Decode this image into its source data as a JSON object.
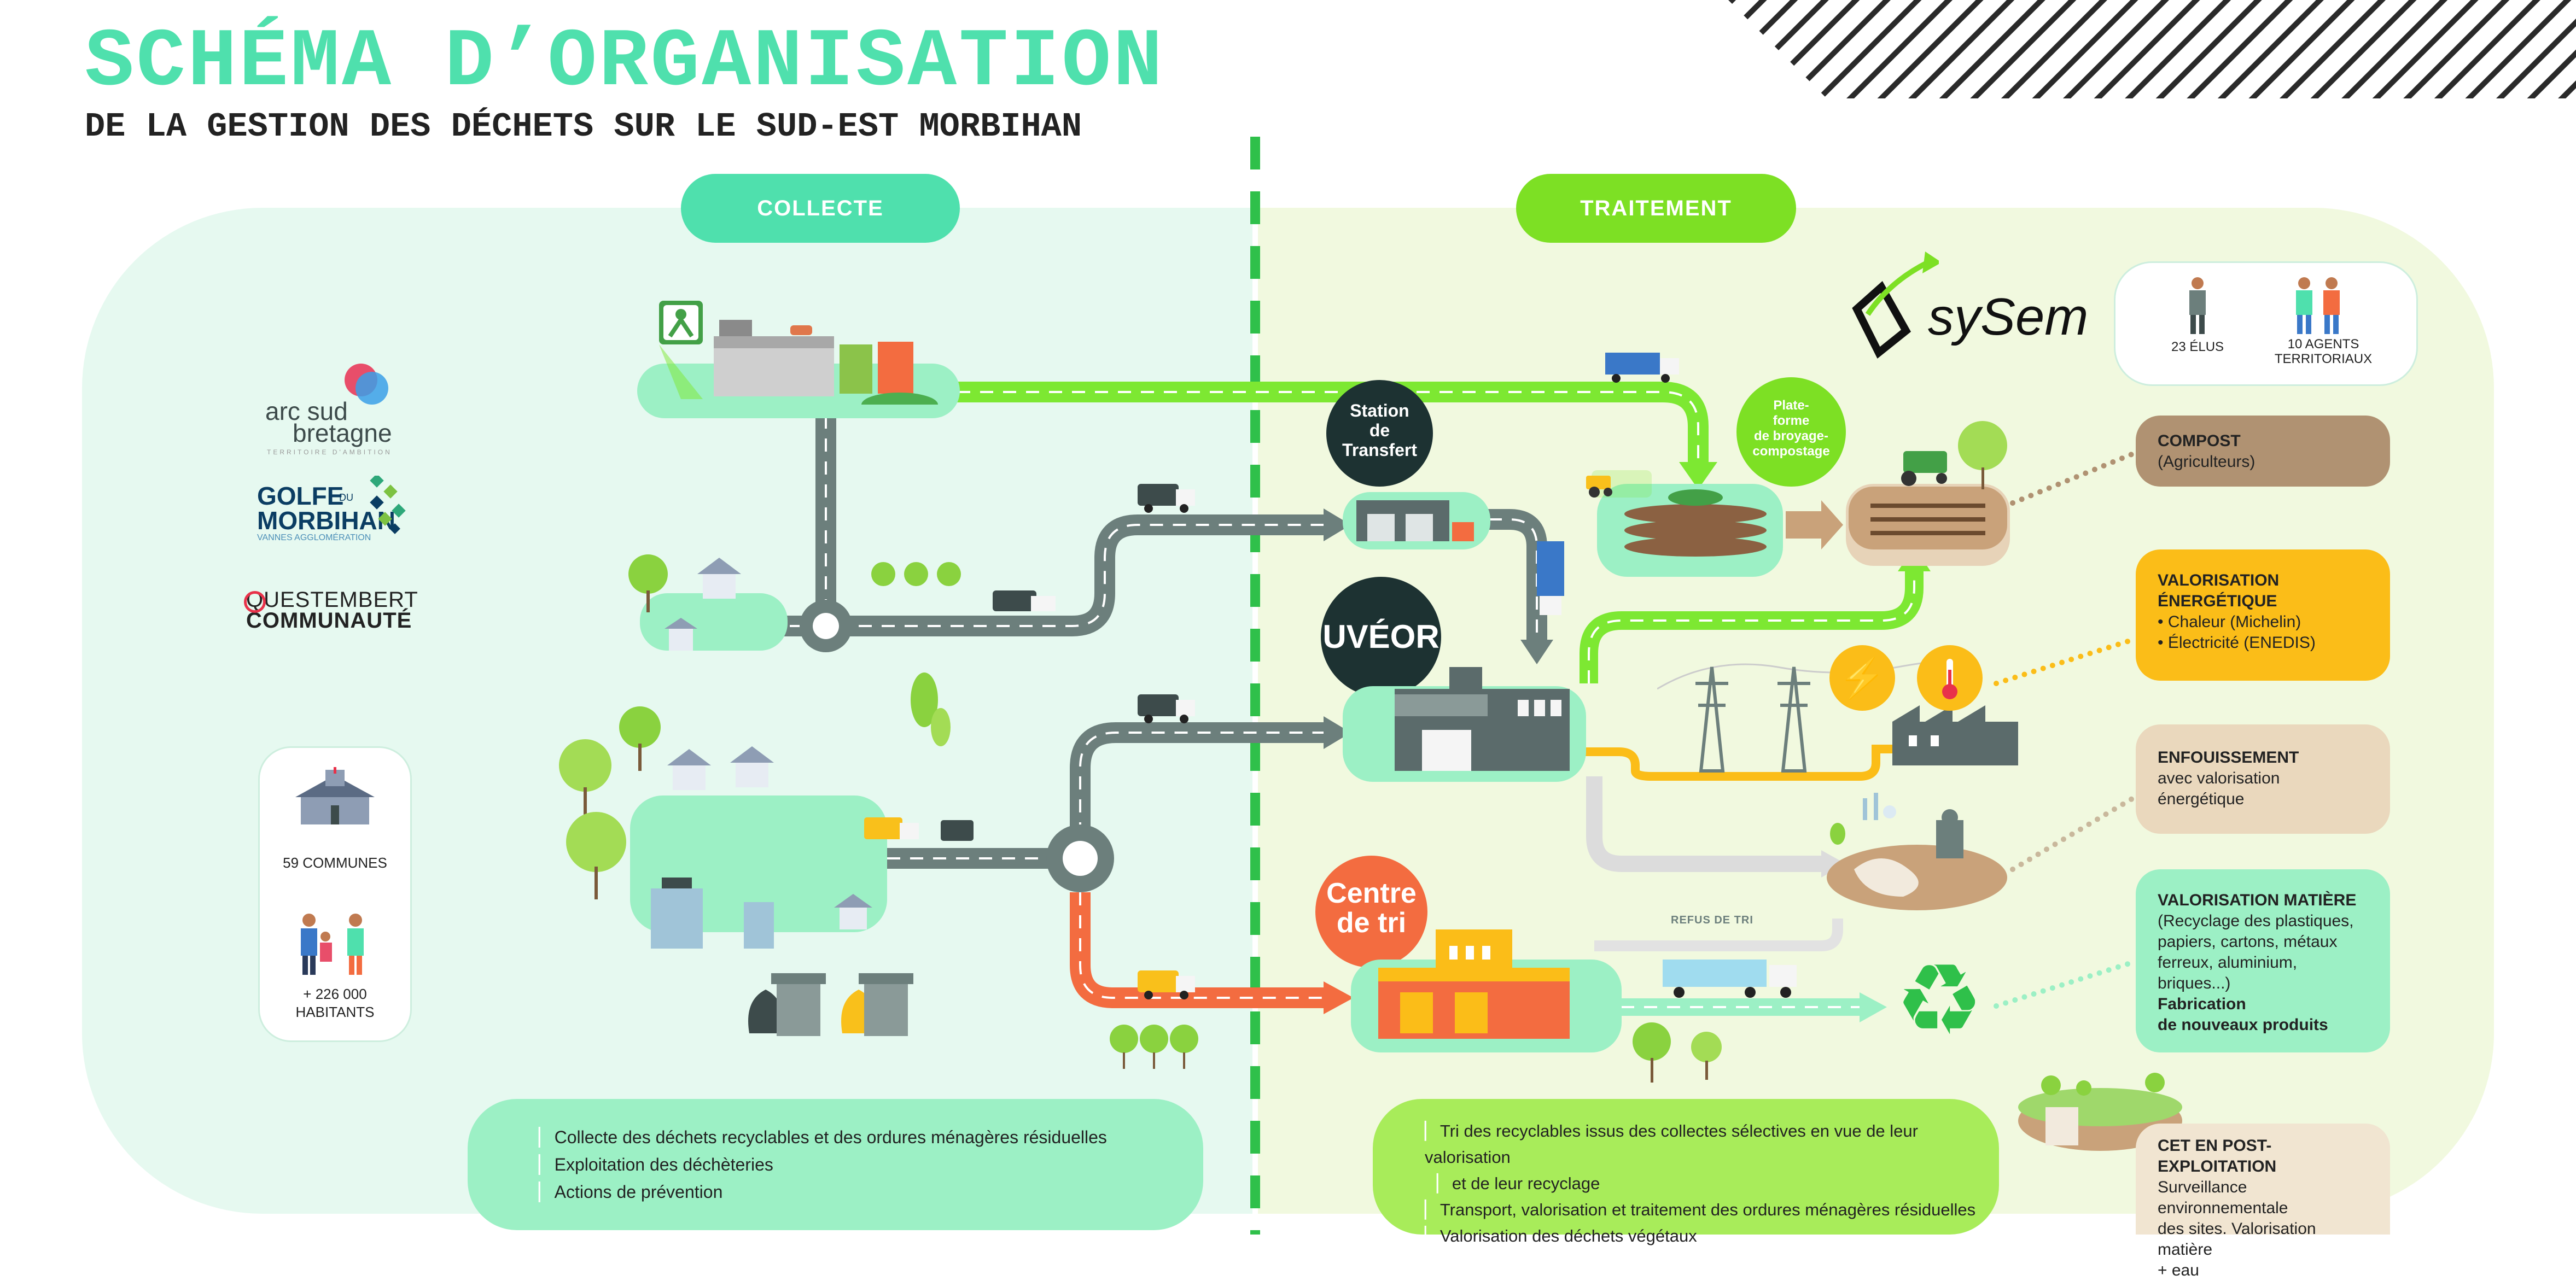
{
  "title": "SCHÉMA D’ORGANISATION",
  "subtitle": "DE LA GESTION DES DÉCHETS SUR LE SUD-EST MORBIHAN",
  "sections": {
    "collecte": "COLLECTE",
    "traitement": "TRAITEMENT"
  },
  "logos": {
    "arc": [
      "arc sud",
      "bretagne",
      "TERRITOIRE D'AMBITION"
    ],
    "golfe": [
      "GOLFE",
      "DU",
      "MORBIHAN",
      "VANNES AGGLOMÉRATION"
    ],
    "questembert": [
      "QUESTEMBERT",
      "COMMUNAUTÉ"
    ],
    "sysem": "sySem"
  },
  "stats": {
    "communes": "59 COMMUNES",
    "habitants": [
      "+ 226 000",
      "HABITANTS"
    ],
    "elus": "23 ÉLUS",
    "agents": [
      "10 AGENTS",
      "TERRITORIAUX"
    ]
  },
  "facilities": {
    "station": [
      "Station",
      "de",
      "Transfert"
    ],
    "uveor": "UVÉOR",
    "centre_tri": [
      "Centre",
      "de tri"
    ],
    "plateforme": [
      "Plate-",
      "forme",
      "de broyage-",
      "compostage"
    ],
    "refus": "REFUS DE TRI"
  },
  "outputs": {
    "compost": {
      "title": "COMPOST",
      "lines": [
        "(Agriculteurs)"
      ],
      "color": "#b09272"
    },
    "energie": {
      "title": [
        "VALORISATION",
        "ÉNERGÉTIQUE"
      ],
      "lines": [
        "• Chaleur (Michelin)",
        "• Électricité (ENEDIS)"
      ],
      "color": "#fbbd18"
    },
    "enfouissement": {
      "title": "ENFOUISSEMENT",
      "lines": [
        "avec valorisation",
        "énergétique"
      ],
      "color": "#ead8bd"
    },
    "matiere": {
      "title": "VALORISATION MATIÈRE",
      "lines": [
        "(Recyclage des plastiques,",
        "papiers, cartons, métaux",
        "ferreux, aluminium, briques...)"
      ],
      "extra": [
        "Fabrication",
        "de nouveaux produits"
      ],
      "color": "#9cf0c5"
    },
    "cet": {
      "title": "CET EN POST-EXPLOITATION",
      "lines": [
        "Surveillance environnementale",
        "des sites. Valorisation matière",
        "+ eau"
      ],
      "color": "#f1e5d1"
    }
  },
  "bottom": {
    "collecte": [
      "Collecte des déchets recyclables et des ordures ménagères résiduelles",
      "Exploitation des déchèteries",
      "Actions de prévention"
    ],
    "traitement": [
      "Tri des recyclables issus des collectes sélectives en vue de leur valorisation",
      "et de leur recyclage",
      "Transport, valorisation et traitement des ordures ménagères résiduelles",
      "Valorisation des déchets végétaux"
    ]
  },
  "colors": {
    "mint": "#4fe0ad",
    "lime": "#7de024",
    "road": "#6c7f7c",
    "green_road": "#7de832",
    "orange": "#f36c40",
    "dark_bubble": "#1d3232",
    "yellow": "#fbbd18"
  }
}
